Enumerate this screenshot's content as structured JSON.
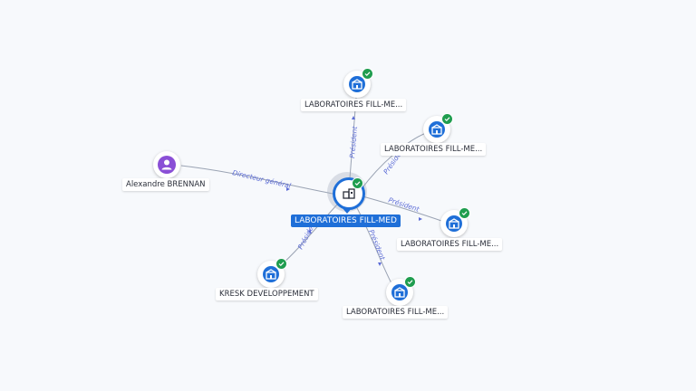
{
  "graph": {
    "center": {
      "label": "LABORATOIRES FILL-MED",
      "type": "company",
      "verified": true
    },
    "nodes": [
      {
        "label": "LABORATOIRES FILL-ME...",
        "type": "company",
        "verified": true
      },
      {
        "label": "LABORATOIRES FILL-ME...",
        "type": "company",
        "verified": true
      },
      {
        "label": "LABORATOIRES FILL-ME...",
        "type": "company",
        "verified": true
      },
      {
        "label": "LABORATOIRES FILL-ME...",
        "type": "company",
        "verified": true
      },
      {
        "label": "KRESK DEVELOPPEMENT",
        "type": "company",
        "verified": true
      },
      {
        "label": "Alexandre BRENNAN",
        "type": "person",
        "verified": false
      }
    ],
    "edges": [
      {
        "label": "Président"
      },
      {
        "label": "Président"
      },
      {
        "label": "Président"
      },
      {
        "label": "Président"
      },
      {
        "label": "Président"
      },
      {
        "label": "Directeur général"
      }
    ]
  },
  "colors": {
    "company": "#1f6fd8",
    "person": "#8a4fd6",
    "verified": "#1f9d4f",
    "edge_label": "#5b6bd6"
  },
  "icons": {
    "company": "building-icon",
    "person": "person-icon",
    "verified": "check-icon"
  }
}
